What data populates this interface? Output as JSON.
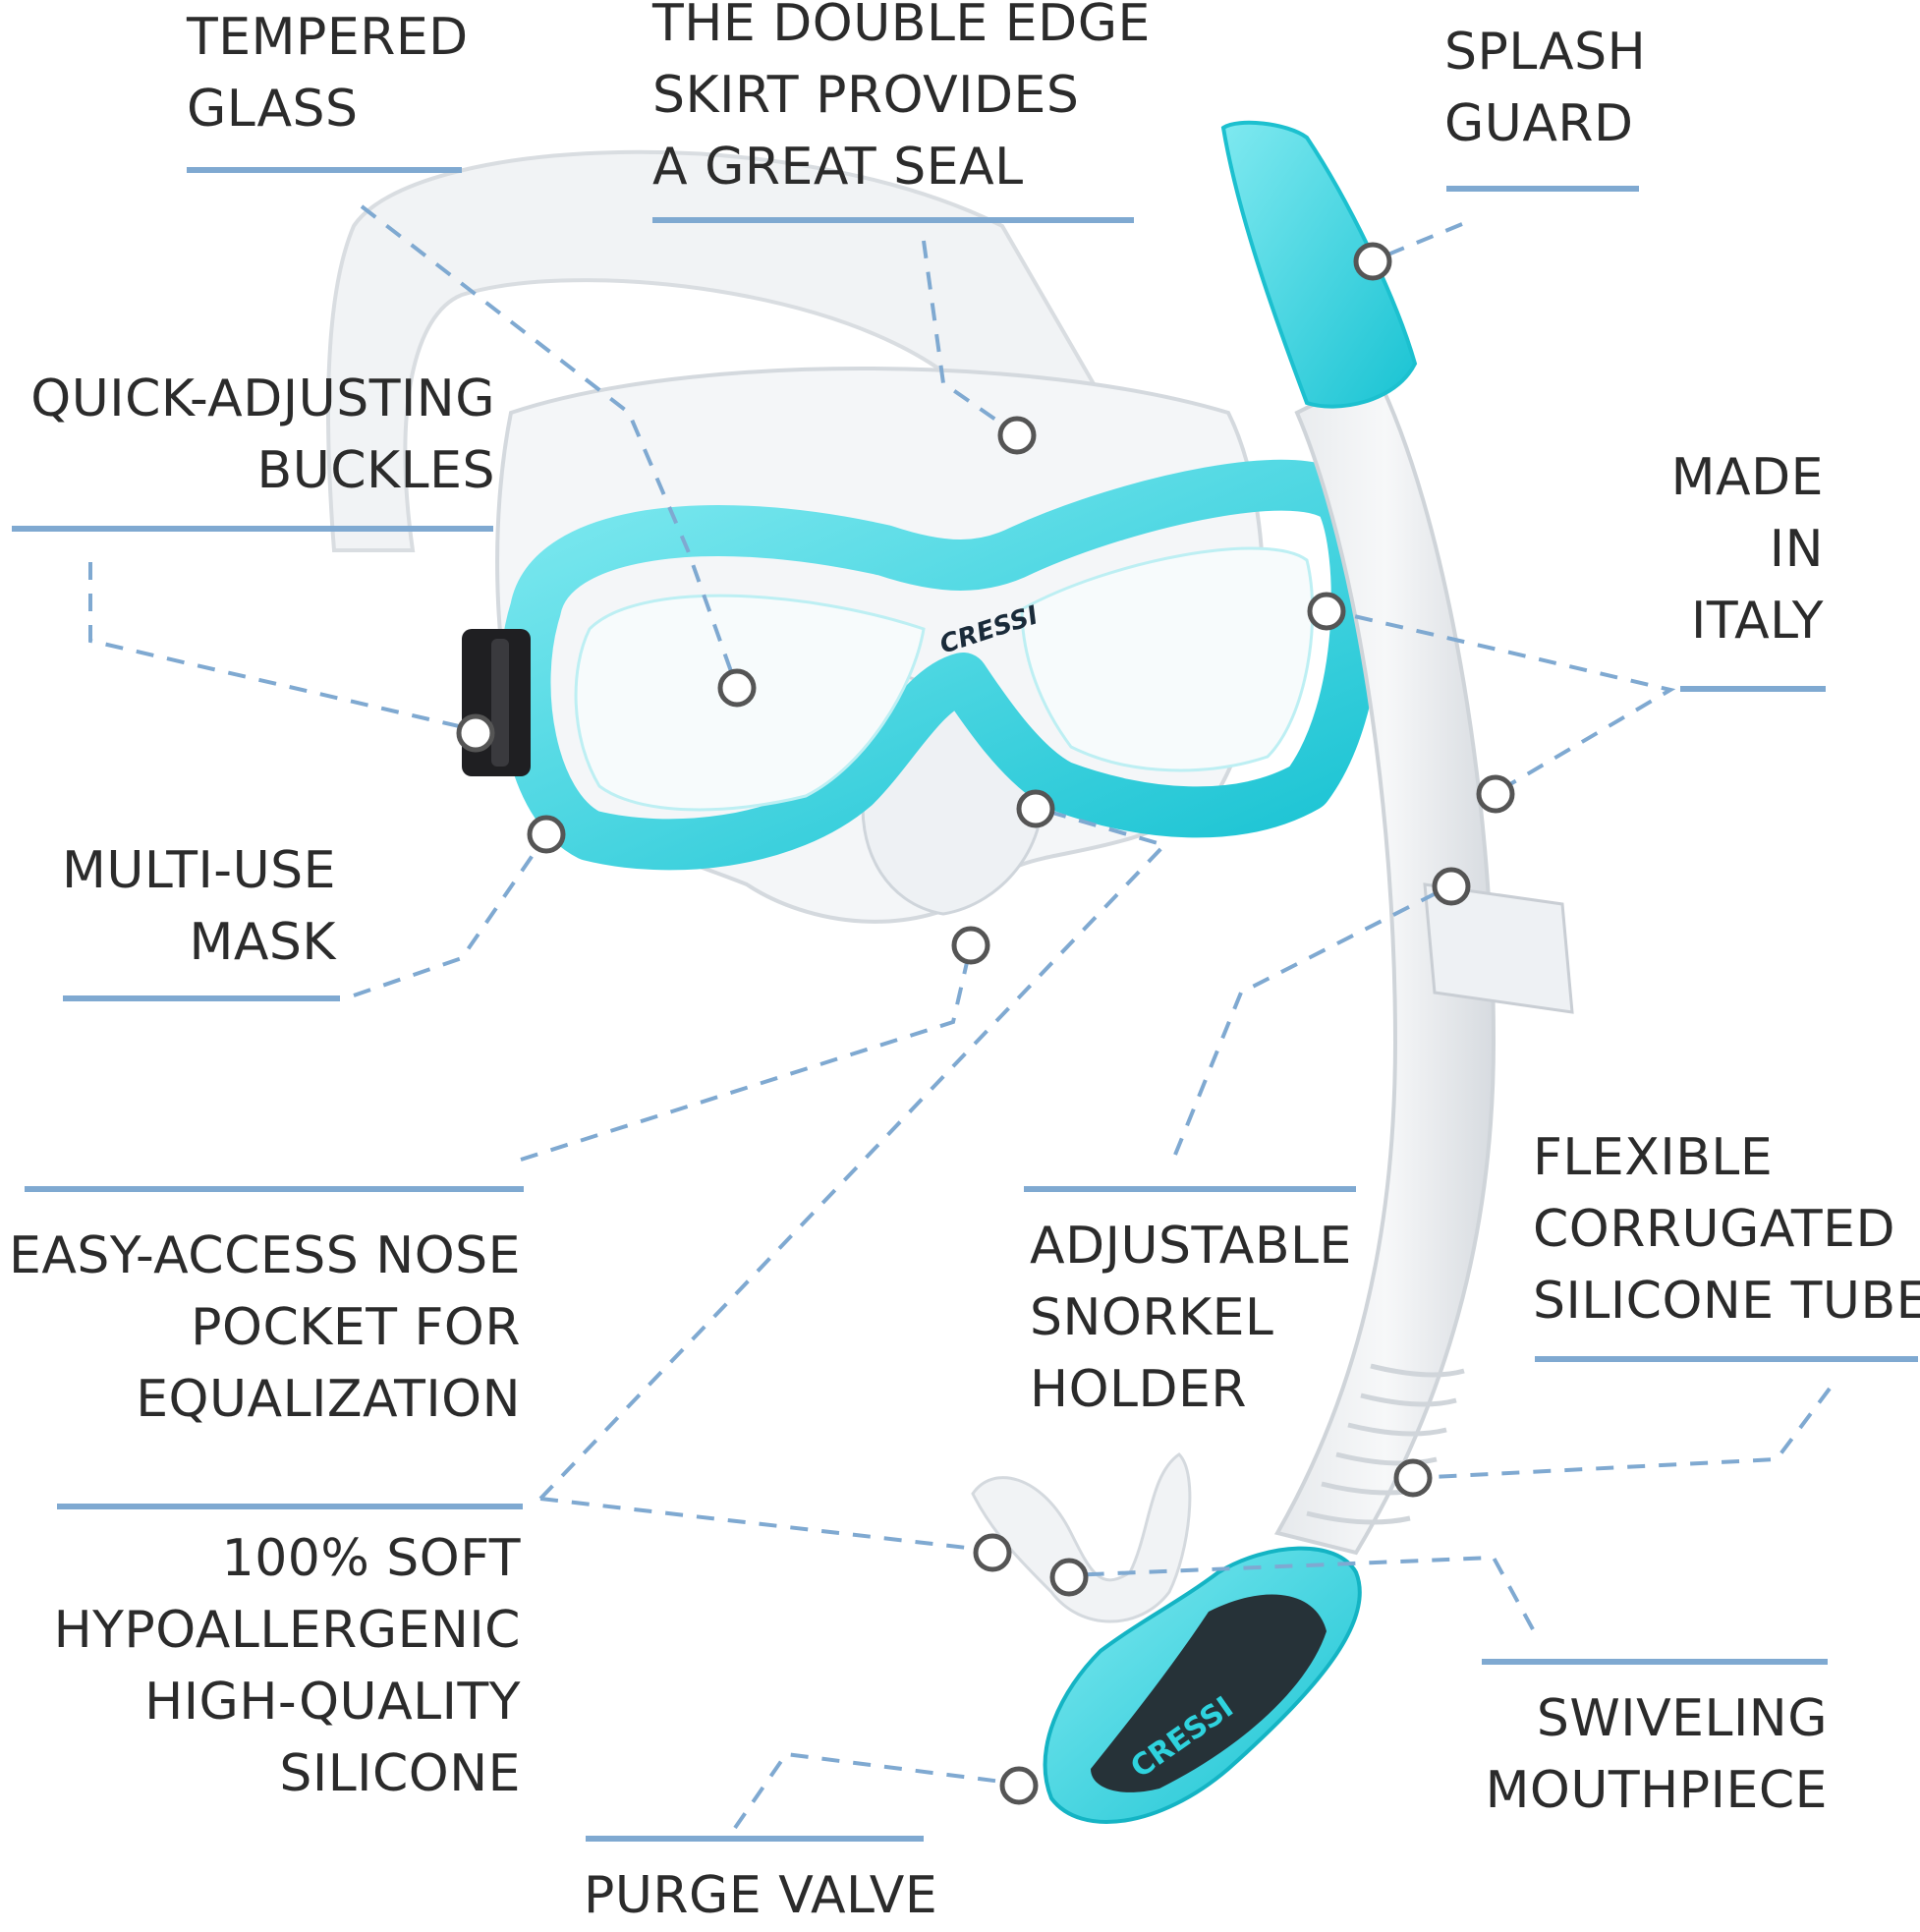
{
  "colors": {
    "accent_line": "#7fa9d1",
    "aqua": "#2fd3de",
    "text": "#2b2b2b",
    "callout_stroke": "#555555"
  },
  "labels": {
    "tempered_glass": [
      "TEMPERED",
      "GLASS"
    ],
    "double_edge_skirt": [
      "THE DOUBLE EDGE",
      "SKIRT PROVIDES",
      "A GREAT SEAL"
    ],
    "splash_guard": [
      "SPLASH",
      "GUARD"
    ],
    "quick_adjusting_buckles": [
      "QUICK-ADJUSTING",
      "BUCKLES"
    ],
    "made_in_italy": [
      "MADE",
      "IN",
      "ITALY"
    ],
    "multi_use_mask": [
      "MULTI-USE",
      "MASK"
    ],
    "flexible_tube": [
      "FLEXIBLE",
      "CORRUGATED",
      "SILICONE TUBE"
    ],
    "nose_pocket": [
      "EASY-ACCESS NOSE",
      "POCKET FOR",
      "EQUALIZATION"
    ],
    "snorkel_holder": [
      "ADJUSTABLE",
      "SNORKEL",
      "HOLDER"
    ],
    "soft_silicone": [
      "100% SOFT",
      "HYPOALLERGENIC",
      "HIGH-QUALITY",
      "SILICONE"
    ],
    "swiveling_mouthpiece": [
      "SWIVELING",
      "MOUTHPIECE"
    ],
    "purge_valve": [
      "PURGE VALVE"
    ]
  },
  "brand_marks": {
    "mask_brand": "CRESSI",
    "purge_brand": "CRESSI"
  }
}
